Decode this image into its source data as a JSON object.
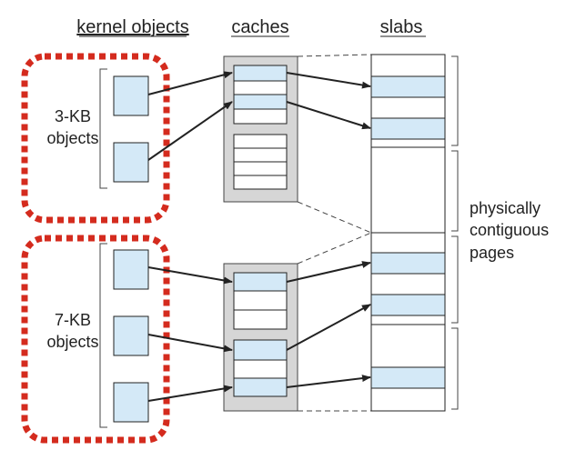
{
  "headers": {
    "kernel_objects": "kernel objects",
    "caches": "caches",
    "slabs": "slabs"
  },
  "groups": [
    {
      "line1": "3-KB",
      "line2": "objects"
    },
    {
      "line1": "7-KB",
      "line2": "objects"
    }
  ],
  "pages_label": [
    "physically",
    "contiguous",
    "pages"
  ],
  "colors": {
    "object_fill": "#d4e9f7",
    "cache_fill": "#d6d6d6",
    "dotted_border": "#d42b1e",
    "line": "#222222"
  }
}
